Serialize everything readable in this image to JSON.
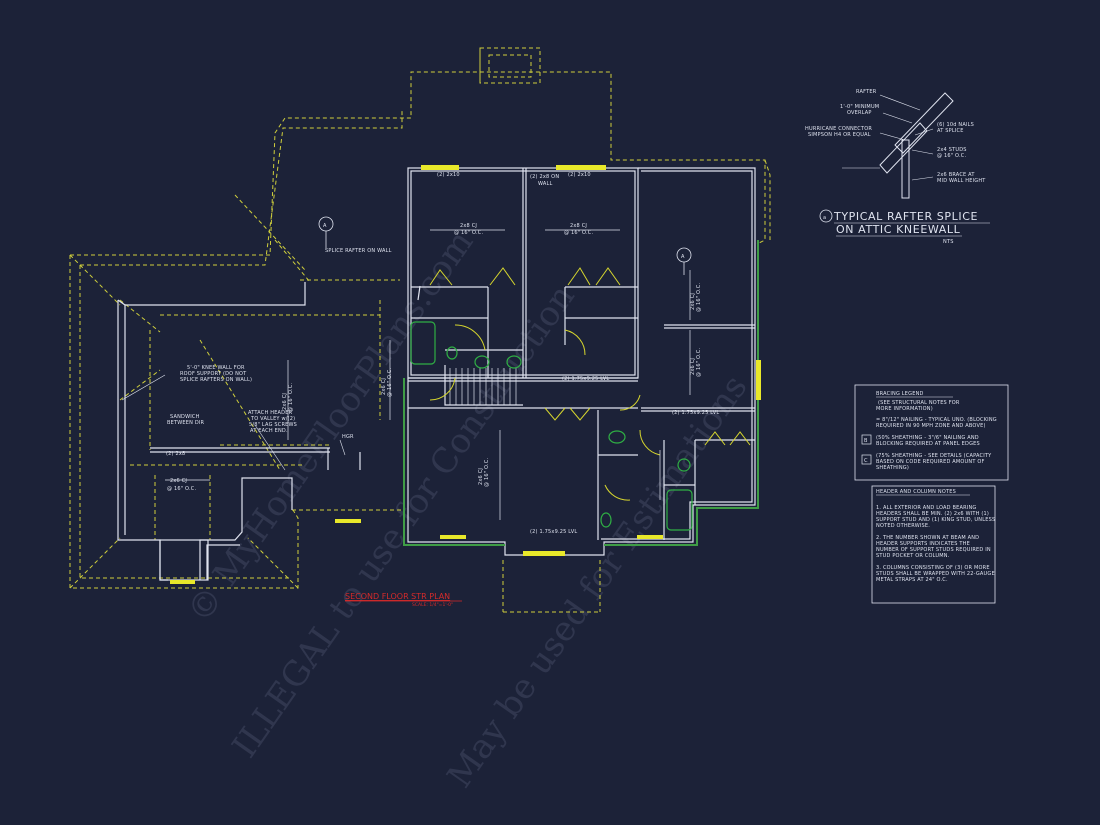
{
  "plan": {
    "title": "SECOND FLOOR STR PLAN",
    "scale": "SCALE: 1/4\"=1'-0\""
  },
  "labels": {
    "splice_rafter": "SPLICE RAFTER ON WALL",
    "knee_wall": [
      "5'-0\" KNEE WALL FOR",
      "ROOF SUPPORT (DO NOT",
      "SPLICE RAFTERS ON WALL)"
    ],
    "sandwich": [
      "SANDWICH",
      "BETWEEN DIR"
    ],
    "attach_header": [
      "ATTACH HEADER",
      "TO VALLEY w/(2)",
      "5/8\" LAG SCREWS",
      "AT EACH END."
    ],
    "hgr": "HGR",
    "header_2x8_a": "(2) 2x8",
    "header_2x6": "2x6 CJ",
    "oc16": "@ 16\" O.C.",
    "header_2x10_a": "(2) 2x10",
    "header_2x10_b": "(2) 2x10",
    "header_2x8_on_wall": [
      "(2) 2x8 ON",
      "WALL"
    ],
    "cj_2x8_a": [
      "2x8 CJ",
      "@ 16\" O.C."
    ],
    "cj_2x8_b": [
      "2x8 CJ",
      "@ 16\" O.C."
    ],
    "lvl_a": "(2) 1.75x9.25 LVL",
    "lvl_b": "(2) 1.75x9.25 LVL",
    "lvl_c": "(2) 1.75x9.25 LVL",
    "section_marker": "A"
  },
  "detail": {
    "title_letter": "a",
    "title_line1": "TYPICAL RAFTER SPLICE",
    "title_line2": "ON ATTIC KNEEWALL",
    "nts": "NTS",
    "callouts": {
      "rafter": "RAFTER",
      "overlap": [
        "1'-0\" MINIMUM",
        "OVERLAP"
      ],
      "hurricane": [
        "HURRICANE CONNECTOR",
        "SIMPSON H4 OR EQUAL"
      ],
      "nails": [
        "(6) 10d NAILS",
        "AT SPLICE"
      ],
      "studs": [
        "2x4 STUDS",
        "@ 16\" O.C."
      ],
      "brace": [
        "2x6 BRACE AT",
        "MID WALL HEIGHT"
      ]
    }
  },
  "bracing_legend": {
    "title": "BRACING LEGEND",
    "subtitle": [
      "(SEE STRUCTURAL NOTES FOR",
      "MORE INFORMATION)"
    ],
    "items": [
      {
        "symbol": "",
        "text": [
          "= 8\"/12\" NAILING - TYPICAL UNO. (BLOCKING",
          "REQUIRED IN 90 MPH ZONE AND ABOVE)"
        ]
      },
      {
        "symbol": "B",
        "text": [
          "(50% SHEATHING - 3\"/6\" NAILING AND",
          "BLOCKING REQUIRED AT PANEL EDGES"
        ]
      },
      {
        "symbol": "C",
        "text": [
          "(75% SHEATHING - SEE DETAILS (CAPACITY",
          "BASED ON CODE REQUIRED AMOUNT OF",
          "SHEATHING)"
        ]
      }
    ]
  },
  "header_notes": {
    "title": "HEADER AND COLUMN NOTES",
    "notes": [
      [
        "1. ALL EXTERIOR AND LOAD BEARING",
        "HEADERS SHALL BE MIN. (2) 2x6 WITH (1)",
        "SUPPORT STUD AND (1) KING STUD, UNLESS",
        "NOTED OTHERWISE."
      ],
      [
        "2. THE NUMBER SHOWN AT BEAM AND",
        "HEADER SUPPORTS INDICATES THE",
        "NUMBER OF SUPPORT STUDS REQUIRED IN",
        "STUD POCKET OR COLUMN."
      ],
      [
        "3. COLUMNS CONSISTING OF (3) OR MORE",
        "STUDS SHALL BE WRAPPED WITH 22-GAUGE",
        "METAL STRAPS AT 24\" O.C."
      ]
    ]
  },
  "watermark": {
    "line1": "© MyHomeFloorPlans.com",
    "line2": "ILLEGAL to use for Construction",
    "line3": "May be used for Estimations"
  },
  "colors": {
    "background": "#1c2238",
    "lines": "#dfe3ef",
    "roof_dashed": "#cfcf3c",
    "wall_hatch": "#3f9d46",
    "headers": "#e8e82a",
    "plan_title": "#d62a2a",
    "fixtures": "#2fae44"
  }
}
